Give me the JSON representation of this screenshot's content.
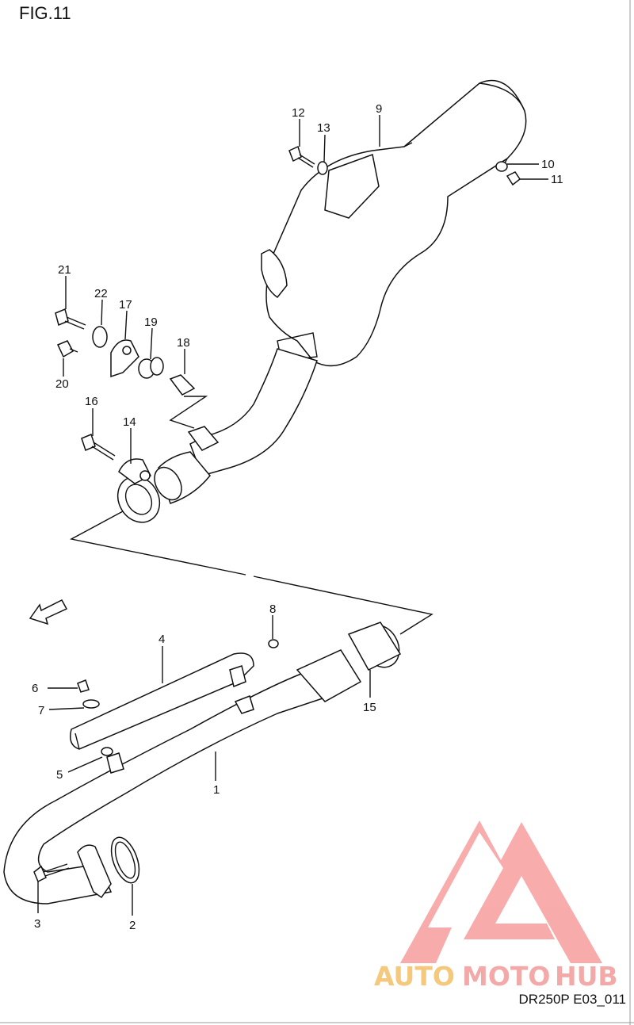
{
  "figure": {
    "title": "FIG.11",
    "code": "DR250P E03_011",
    "direction_label": "FWD"
  },
  "watermark": {
    "text_auto": "AUTO",
    "text_moto": "MOTO",
    "text_hub": "HUB",
    "color_auto": "#f5c46f",
    "color_moto": "#f3a0a0",
    "color_hub": "#f3a0a0",
    "logo_color": "#f7a3a3"
  },
  "callouts": {
    "p1": "1",
    "p2": "2",
    "p3": "3",
    "p4": "4",
    "p5": "5",
    "p6": "6",
    "p7": "7",
    "p8": "8",
    "p9": "9",
    "p10": "10",
    "p11": "11",
    "p12": "12",
    "p13": "13",
    "p14": "14",
    "p15": "15",
    "p16": "16",
    "p17": "17",
    "p18": "18",
    "p19": "19",
    "p20": "20",
    "p21": "21",
    "p22": "22"
  }
}
